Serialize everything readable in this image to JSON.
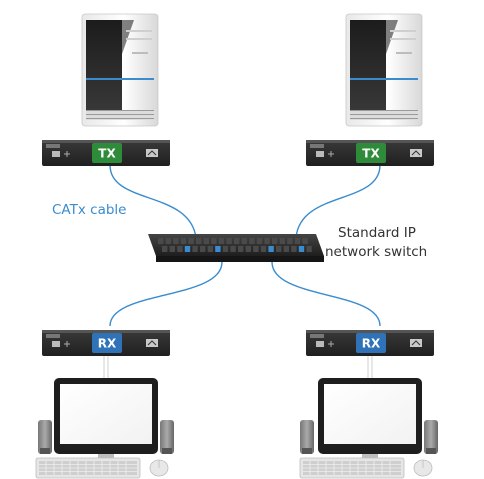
{
  "labels": {
    "catx_cable": "CATx cable",
    "switch_line1": "Standard IP",
    "switch_line2": "network switch"
  },
  "units": {
    "tx_left": "TX",
    "tx_right": "TX",
    "rx_left": "RX",
    "rx_right": "RX"
  },
  "colors": {
    "cable": "#3a8ccf",
    "catx_text": "#3a8ccf",
    "label_text": "#333333",
    "tx_badge": "#2e8b3a",
    "rx_badge": "#2f72b8",
    "device_body": "#2b2b2b",
    "switch_body": "#2a2a2a",
    "port": "#4a4a4a",
    "port_active": "#3a8ccf"
  },
  "icons": {
    "computer": "tower-pc-icon",
    "monitor": "monitor-icon",
    "speaker": "speaker-icon",
    "keyboard": "keyboard-icon",
    "mouse": "mouse-icon",
    "usb": "usb-icon",
    "logo": "brand-logo-icon"
  }
}
